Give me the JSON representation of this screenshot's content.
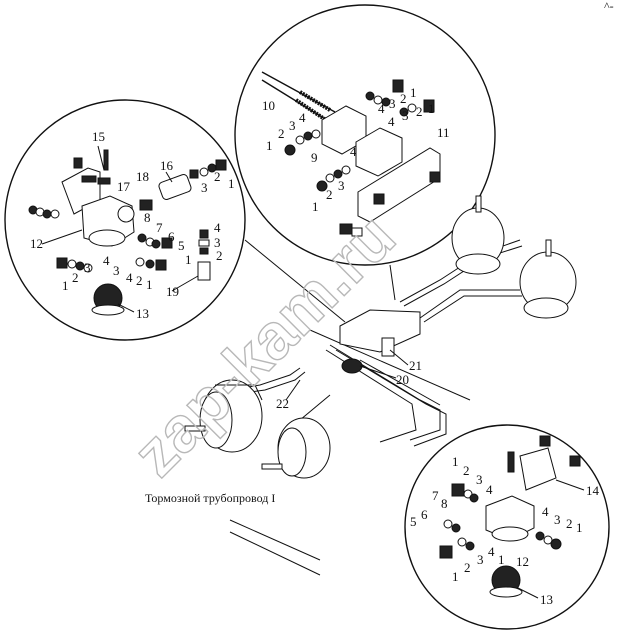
{
  "corner_mark": "^-",
  "caption": "Тормозной трубопровод I",
  "watermark": "zap-kam.ru",
  "callouts": {
    "circle_top_left": [
      "15",
      "16",
      "17",
      "18",
      "12",
      "1",
      "2",
      "3",
      "4",
      "5",
      "6",
      "7",
      "8",
      "3",
      "4",
      "2",
      "1",
      "1",
      "2",
      "3",
      "1",
      "2",
      "3",
      "4",
      "19",
      "13"
    ],
    "circle_top_right": [
      "10",
      "1",
      "2",
      "3",
      "4",
      "1",
      "2",
      "3",
      "4",
      "11",
      "1",
      "2",
      "3",
      "4",
      "9",
      "1",
      "2",
      "3",
      "4"
    ],
    "circle_bottom_right": [
      "1",
      "2",
      "3",
      "4",
      "8",
      "7",
      "6",
      "5",
      "1",
      "2",
      "3",
      "4",
      "14",
      "4",
      "3",
      "2",
      "1",
      "12",
      "13",
      "1"
    ],
    "main": [
      "20",
      "21",
      "22"
    ]
  }
}
